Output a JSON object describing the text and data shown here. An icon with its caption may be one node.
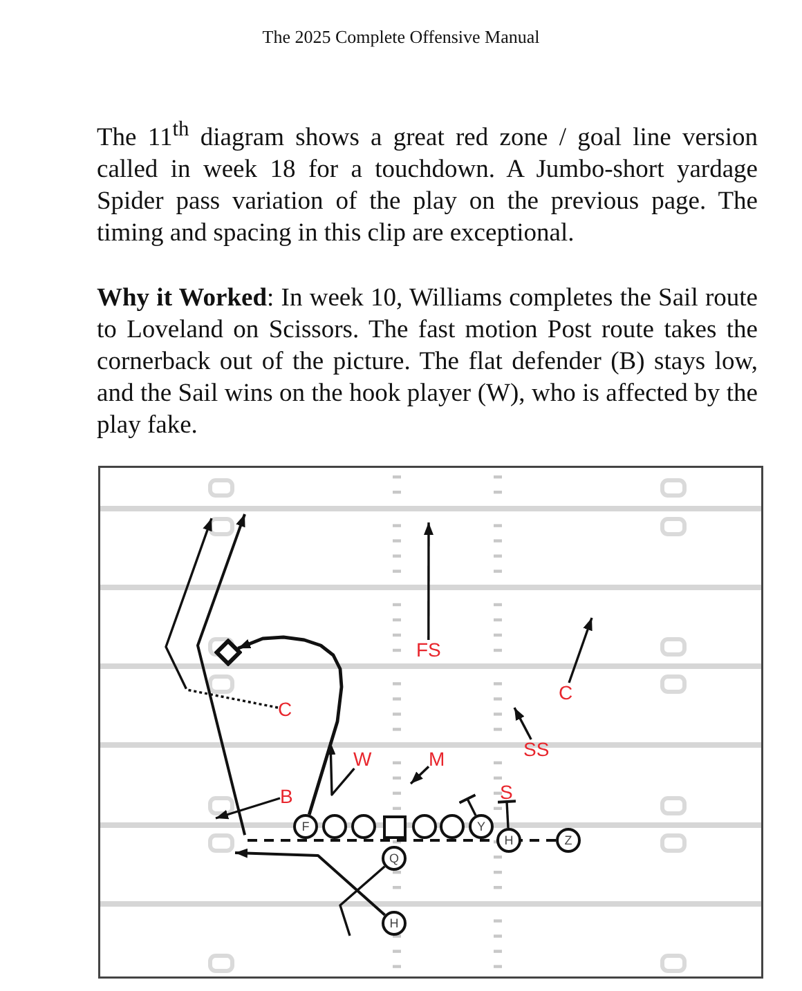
{
  "diagram": {
    "title": "The 2025 Complete Offensive Manual",
    "nodes": [
      {
        "text": [],
        "shape": "diamond"
      },
      {
        "text": [
          "FS"
        ]
      },
      {
        "text": [
          "C"
        ]
      },
      {
        "text": [
          "C"
        ]
      },
      {
        "text": [
          "SS"
        ]
      },
      {
        "text": [
          "W"
        ]
      },
      {
        "text": [
          "M"
        ]
      },
      {
        "text": [
          "S"
        ]
      },
      {
        "text": [
          "B"
        ]
      },
      {
        "text": [
          "F"
        ]
      },
      {
        "text": [],
        "shape": "circle"
      },
      {
        "text": [],
        "shape": "circle"
      },
      {
        "text": [],
        "shape": "box"
      },
      {
        "text": [],
        "shape": "circle"
      },
      {
        "text": [],
        "shape": "circle"
      },
      {
        "text": [
          "Y"
        ]
      },
      {
        "text": [
          "H"
        ]
      },
      {
        "text": [
          "Z"
        ]
      },
      {
        "text": [
          "Q"
        ]
      },
      {
        "text": [
          "H"
        ]
      }
    ],
    "edges": [
      {
        "from": 9,
        "to": 0,
        "arrow": "to"
      },
      {
        "from": 17,
        "to": null,
        "arrow": "to",
        "style": "dashed"
      },
      {
        "from": 3,
        "to": null,
        "arrow": "to",
        "style": "dashed"
      },
      {
        "from": 1,
        "to": null,
        "arrow": "to"
      },
      {
        "from": 2,
        "to": null,
        "arrow": "to"
      },
      {
        "from": 4,
        "to": null,
        "arrow": "to"
      },
      {
        "from": 5,
        "to": null,
        "arrow": "to"
      },
      {
        "from": 6,
        "to": null,
        "arrow": "to"
      },
      {
        "from": 8,
        "to": null,
        "arrow": "to"
      },
      {
        "from": 15,
        "to": null,
        "arrow": "other"
      },
      {
        "from": 16,
        "to": 7,
        "arrow": "other"
      },
      {
        "from": 18,
        "to": null,
        "arrow": "none"
      },
      {
        "from": 19,
        "to": null,
        "arrow": "to"
      }
    ],
    "labels": [
      "The 11$^{th}$ diagram shows a great red zone / goal line version called in week 18 for a touchdown. A Jumbo-short yardage Spider pass variation of the play on the previous page. The timing and spacing in this clip are exceptional.",
      "**Why it Worked**: In week 10, Williams completes the Sail route to Loveland on Scissors. The fast motion Post route takes the cornerback out of the picture. The flat defender (B) stays low, and the Sail wins on the hook player (W), who is affected by the play fake."
    ]
  }
}
